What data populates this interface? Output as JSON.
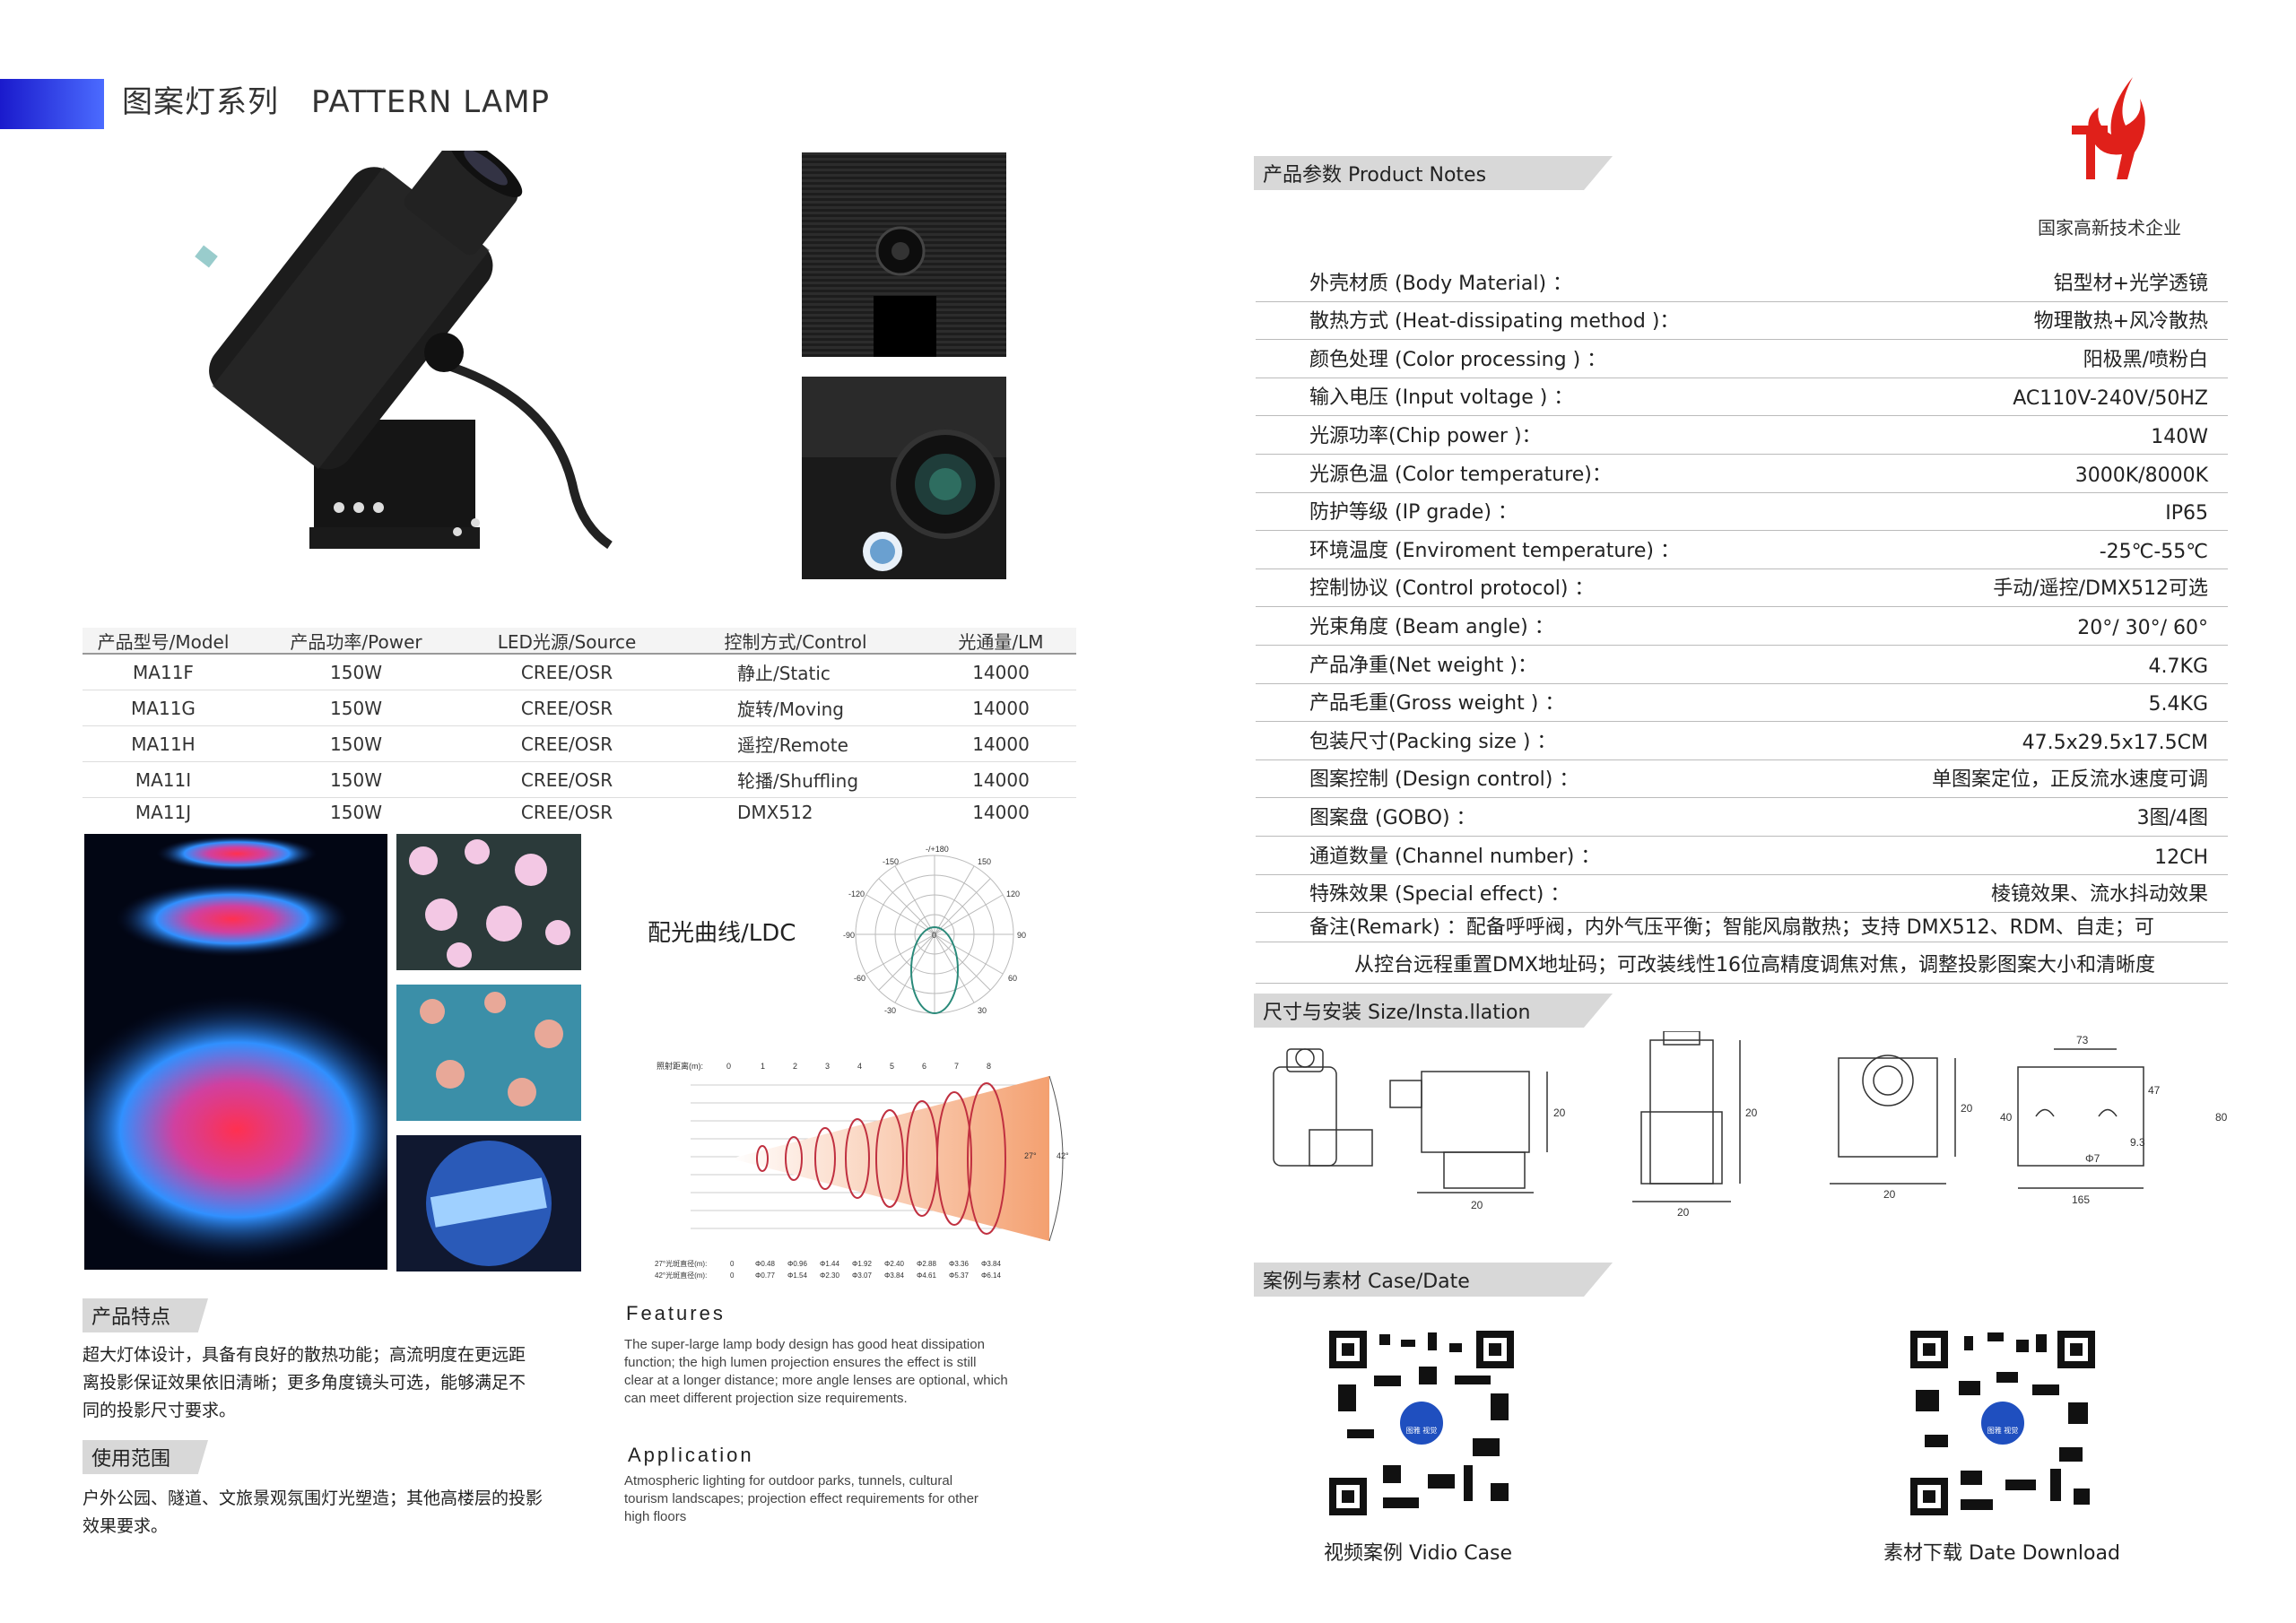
{
  "header": {
    "title_cn": "图案灯系列",
    "title_en": "PATTERN LAMP"
  },
  "brand": {
    "caption": "国家高新技术企业",
    "color": "#e0201a"
  },
  "model_table": {
    "headers": [
      "产品型号/Model",
      "产品功率/Power",
      "LED光源/Source",
      "控制方式/Control",
      "光通量/LM"
    ],
    "rows": [
      [
        "MA11F",
        "150W",
        "CREE/OSR",
        "静止/Static",
        "14000"
      ],
      [
        "MA11G",
        "150W",
        "CREE/OSR",
        "旋转/Moving",
        "14000"
      ],
      [
        "MA11H",
        "150W",
        "CREE/OSR",
        "遥控/Remote",
        "14000"
      ],
      [
        "MA11I",
        "150W",
        "CREE/OSR",
        "轮播/Shuffling",
        "14000"
      ],
      [
        "MA11J",
        "150W",
        "CREE/OSR",
        "DMX512",
        "14000"
      ]
    ]
  },
  "ldc": {
    "label": "配光曲线/LDC",
    "ticks_top": [
      "-/+180",
      "-150",
      "150",
      "-120",
      "120",
      "-90",
      "90",
      "-60",
      "60",
      "-30",
      "30",
      "0"
    ]
  },
  "beam": {
    "distance_label": "照射距离(m):",
    "distances": [
      "0",
      "1",
      "2",
      "3",
      "4",
      "5",
      "6",
      "7",
      "8"
    ],
    "row1_label": "27°光斑直径(m):",
    "row1": [
      "0",
      "Φ0.48",
      "Φ0.96",
      "Φ1.44",
      "Φ1.92",
      "Φ2.40",
      "Φ2.88",
      "Φ3.36",
      "Φ3.84"
    ],
    "row2_label": "42°光斑直径(m):",
    "row2": [
      "0",
      "Φ0.77",
      "Φ1.54",
      "Φ2.30",
      "Φ3.07",
      "Φ3.84",
      "Φ4.61",
      "Φ5.37",
      "Φ6.14"
    ],
    "angle1": "27°",
    "angle2": "42°"
  },
  "features": {
    "cn_title": "产品特点",
    "cn_text": [
      "超大灯体设计，具备有良好的散热功能；高流明度在更远距",
      "离投影保证效果依旧清晰；更多角度镜头可选，能够满足不",
      "同的投影尺寸要求。"
    ],
    "en_title": "Features",
    "en_text": [
      "The super-large lamp body design has good heat dissipation",
      "function; the high lumen projection ensures the effect is still",
      "clear at a longer distance; more angle lenses are optional, which",
      "can meet different projection size requirements."
    ]
  },
  "application": {
    "cn_title": "使用范围",
    "cn_text": [
      "户外公园、隧道、文旅景观氛围灯光塑造；其他高楼层的投影",
      "效果要求。"
    ],
    "en_title": "Application",
    "en_text": [
      "Atmospheric lighting for outdoor parks, tunnels, cultural",
      "tourism landscapes; projection effect requirements for other",
      "high floors"
    ]
  },
  "product_notes": {
    "tab": "产品参数   Product Notes",
    "rows": [
      [
        "外壳材质 (Body Material) ：",
        "铝型材+光学透镜"
      ],
      [
        "散热方式 (Heat-dissipating method )：",
        "物理散热+风冷散热"
      ],
      [
        "颜色处理 (Color processing ) ：",
        "阳极黑/喷粉白"
      ],
      [
        "输入电压 (Input voltage ) ：",
        "AC110V-240V/50HZ"
      ],
      [
        "光源功率(Chip power )：",
        "140W"
      ],
      [
        "光源色温 (Color temperature)：",
        "3000K/8000K"
      ],
      [
        "防护等级 (IP  grade)  ：",
        "IP65"
      ],
      [
        "环境温度 (Enviroment temperature) ：",
        "-25℃-55℃"
      ],
      [
        "控制协议 (Control protocol) ：",
        "手动/遥控/DMX512可选"
      ],
      [
        "光束角度 (Beam angle) ：",
        "20°/ 30°/ 60°"
      ],
      [
        "产品净重(Net weight )：",
        "4.7KG"
      ],
      [
        "产品毛重(Gross weight ) ：",
        "5.4KG"
      ],
      [
        "包装尺寸(Packing size ) ：",
        "47.5x29.5x17.5CM"
      ],
      [
        "图案控制 (Design control) ：",
        "单图案定位，正反流水速度可调"
      ],
      [
        "图案盘 (GOBO) ：",
        "3图/4图"
      ],
      [
        "通道数量 (Channel number) ：",
        "12CH"
      ],
      [
        "特殊效果  (Special effect) ：",
        "棱镜效果、流水抖动效果"
      ]
    ],
    "remark_line1": "备注(Remark) ：配备呼呼阀，内外气压平衡；智能风扇散热；支持 DMX512、RDM、自走；可",
    "remark_line2": "从控台远程重置DMX地址码；可改装线性16位高精度调焦对焦，调整投影图案大小和清晰度"
  },
  "install": {
    "tab": "尺寸与安装   Size/Insta.llation",
    "dims": [
      "20",
      "20",
      "20",
      "20",
      "20",
      "20",
      "165",
      "80",
      "73",
      "40",
      "47",
      "9.3",
      "Φ7"
    ]
  },
  "cases": {
    "tab": "案例与素材   Case/Date",
    "qr1_caption": "视频案例   Vidio Case",
    "qr2_caption": "素材下载 Date Download",
    "qr_badge": "图雅 视觉"
  },
  "colors": {
    "accent_blue": "#1a1acc",
    "tab_gray": "#d8d8d8",
    "qr_badge": "#1f4fbf"
  }
}
